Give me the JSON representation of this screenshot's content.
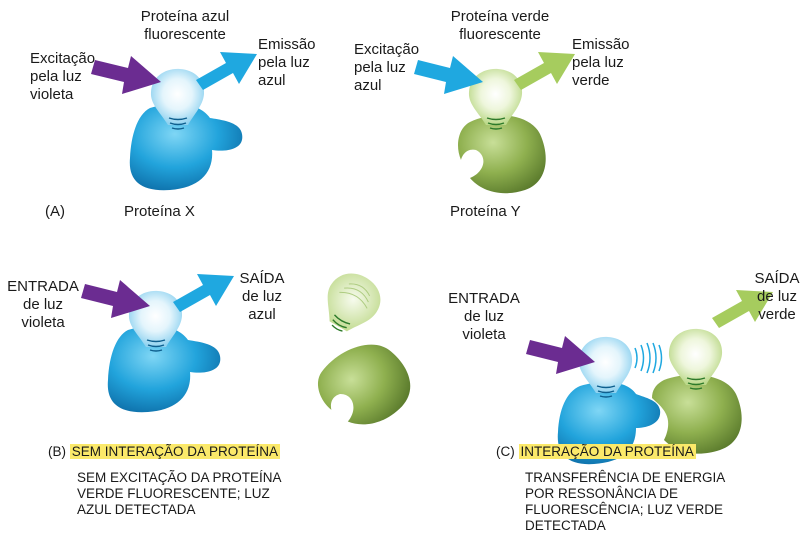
{
  "panel_a": {
    "letter": "(A)",
    "left": {
      "protein_name": [
        "Proteína azul",
        "fluorescente"
      ],
      "excitation": [
        "Excitação",
        "pela luz",
        "violeta"
      ],
      "emission": [
        "Emissão",
        "pela luz",
        "azul"
      ],
      "partner": "Proteína X"
    },
    "right": {
      "protein_name": [
        "Proteína verde",
        "fluorescente"
      ],
      "excitation": [
        "Excitação",
        "pela luz",
        "azul"
      ],
      "emission": [
        "Emissão",
        "pela luz",
        "verde"
      ],
      "partner": "Proteína Y"
    }
  },
  "panel_b": {
    "letter": "(B)",
    "input": [
      "ENTRADA",
      "de luz",
      "violeta"
    ],
    "output": [
      "SAÍDA",
      "de luz",
      "azul"
    ],
    "title": "SEM INTERAÇÃO DA PROTEÍNA",
    "caption": [
      "SEM EXCITAÇÃO DA PROTEÍNA",
      "VERDE FLUORESCENTE; LUZ",
      "AZUL DETECTADA"
    ]
  },
  "panel_c": {
    "letter": "(C)",
    "input": [
      "ENTRADA",
      "de luz",
      "violeta"
    ],
    "output": [
      "SAÍDA",
      "de luz",
      "verde"
    ],
    "title": "INTERAÇÃO DA PROTEÍNA",
    "caption": [
      "TRANSFERÊNCIA DE ENERGIA",
      "POR RESSONÂNCIA DE",
      "FLUORESCÊNCIA; LUZ VERDE",
      "DETECTADA"
    ]
  },
  "colors": {
    "violet": "#6b2c91",
    "blue": "#1fa8e0",
    "blue_body": "#22a4dc",
    "green_light": "#a6cc5e",
    "green_body": "#86a84a",
    "highlight": "#fbe96a"
  }
}
